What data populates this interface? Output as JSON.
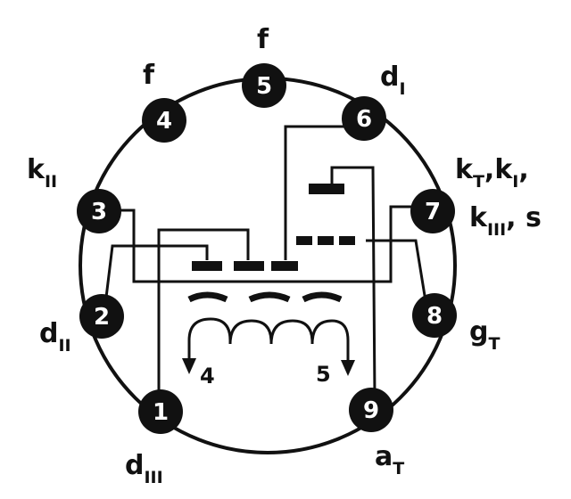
{
  "pins": [
    {
      "number": "1",
      "label": "d",
      "sub": "III"
    },
    {
      "number": "2",
      "label": "d",
      "sub": "II"
    },
    {
      "number": "3",
      "label": "k",
      "sub": "II"
    },
    {
      "number": "4",
      "label": "f",
      "sub": ""
    },
    {
      "number": "5",
      "label": "f",
      "sub": ""
    },
    {
      "number": "6",
      "label": "d",
      "sub": "I"
    },
    {
      "number": "7",
      "label": "k",
      "sub": "T"
    },
    {
      "number": "8",
      "label": "g",
      "sub": "T"
    },
    {
      "number": "9",
      "label": "a",
      "sub": "T"
    }
  ],
  "pin7_extra": {
    "part1_main": "k",
    "part1_sub": "I",
    "sep": ",",
    "part2_main": "k",
    "part2_sub": "III",
    "tail": ", s"
  },
  "heater_arrows": {
    "left": "4",
    "right": "5"
  },
  "colors": {
    "ink": "#111111",
    "paper": "#ffffff"
  }
}
